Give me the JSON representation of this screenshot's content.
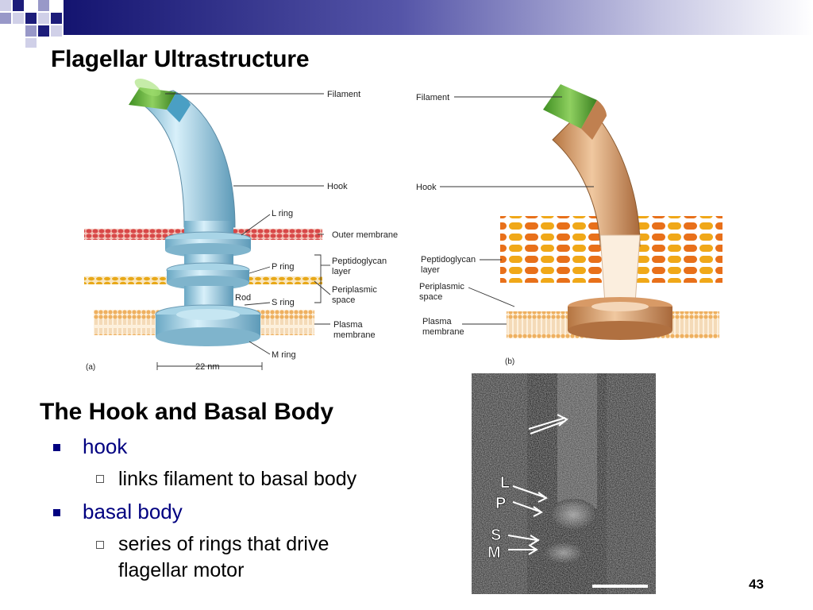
{
  "slide": {
    "title": "Flagellar Ultrastructure",
    "subtitle": "The Hook and Basal Body",
    "page_number": "43"
  },
  "bullets": [
    {
      "text": "hook",
      "sub": [
        "links filament to basal body"
      ]
    },
    {
      "text": "basal body",
      "sub": [
        "series of rings that drive",
        "flagellar motor"
      ]
    }
  ],
  "diagram_a": {
    "panel": "(a)",
    "labels": {
      "filament": "Filament",
      "hook": "Hook",
      "l_ring": "L ring",
      "outer_membrane": "Outer membrane",
      "p_ring": "P ring",
      "peptidoglycan_1": "Peptidoglycan",
      "peptidoglycan_2": "layer",
      "periplasmic_1": "Periplasmic",
      "periplasmic_2": "space",
      "rod": "Rod",
      "s_ring": "S ring",
      "plasma_1": "Plasma",
      "plasma_2": "membrane",
      "m_ring": "M ring",
      "scale": "22 nm"
    }
  },
  "diagram_b": {
    "panel": "(b)",
    "labels": {
      "filament": "Filament",
      "hook": "Hook",
      "peptidoglycan_1": "Peptidoglycan",
      "peptidoglycan_2": "layer",
      "periplasmic_1": "Periplasmic",
      "periplasmic_2": "space",
      "plasma_1": "Plasma",
      "plasma_2": "membrane"
    }
  },
  "micrograph": {
    "labels": [
      "L",
      "P",
      "S",
      "M"
    ]
  },
  "colors": {
    "header_bar_dark": "#1a1a8a",
    "bullet_blue": "#000080",
    "filament_green": "#5aa832",
    "hook_blue": "#8cc8e0",
    "hook_brown": "#c88a55"
  }
}
